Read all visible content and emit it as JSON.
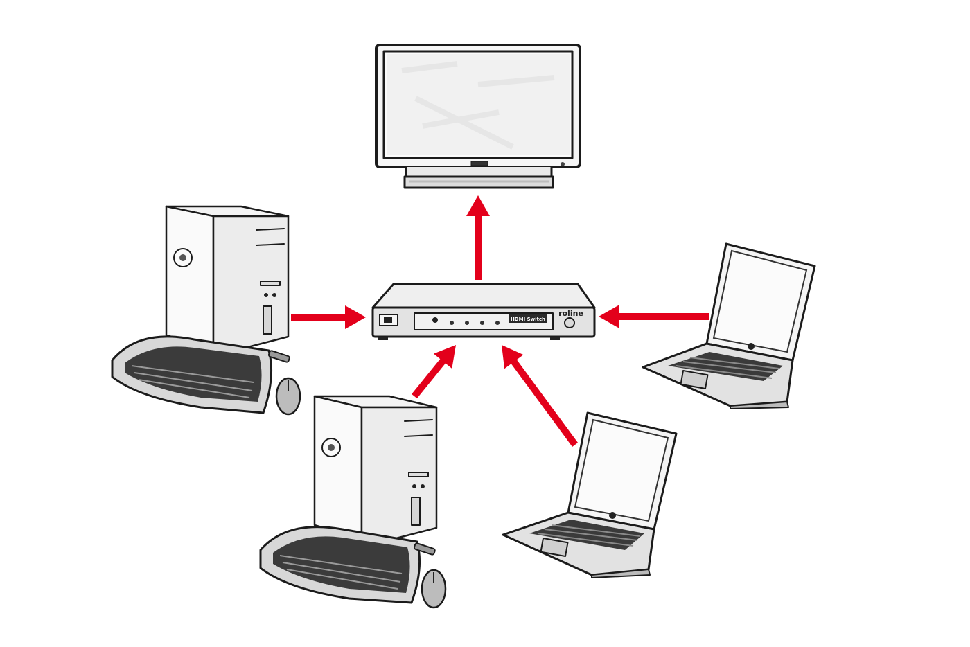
{
  "switch": {
    "brand": "roline",
    "model_label": "HDMI Switch"
  },
  "arrow_color": "#e3001b",
  "devices": [
    {
      "kind": "monitor",
      "role": "output"
    },
    {
      "kind": "hdmi-switch",
      "role": "hub"
    },
    {
      "kind": "desktop-pc",
      "role": "input"
    },
    {
      "kind": "desktop-pc",
      "role": "input"
    },
    {
      "kind": "laptop",
      "role": "input"
    },
    {
      "kind": "laptop",
      "role": "input"
    }
  ],
  "icons": [
    "monitor-icon",
    "hdmi-switch-icon",
    "desktop-tower-icon",
    "keyboard-icon",
    "mouse-icon",
    "usb-dongle-icon",
    "laptop-icon"
  ]
}
